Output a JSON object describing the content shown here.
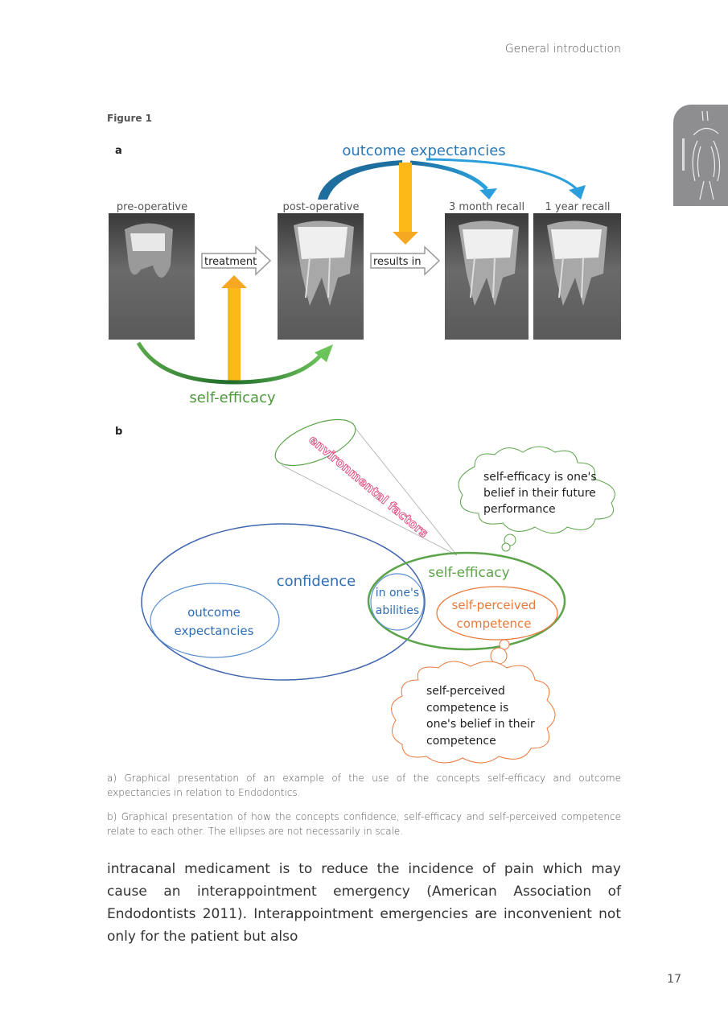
{
  "header": {
    "running_head": "General introduction",
    "page_number": "17"
  },
  "figure": {
    "label": "Figure 1",
    "panel_a": {
      "letter": "a",
      "stages": [
        "pre-operative",
        "post-operative",
        "3 month recall",
        "1 year recall"
      ],
      "arrow_treatment": "treatment",
      "arrow_results": "results in",
      "outcome_label": "outcome expectancies",
      "self_efficacy_label": "self-efficacy"
    },
    "panel_b": {
      "letter": "b",
      "environmental": "environmental factors",
      "confidence": "confidence",
      "outcome_line1": "outcome",
      "outcome_line2": "expectancies",
      "abilities_line1": "in one's",
      "abilities_line2": "abilities",
      "self_efficacy": "self-efficacy",
      "spc_line1": "self-perceived",
      "spc_line2": "competence",
      "cloud1": [
        "self-efficacy is one's",
        "belief in their future",
        "performance"
      ],
      "cloud2": [
        "self-perceived",
        "competence is",
        "one's belief in their",
        "competence"
      ]
    },
    "caption_a": "a) Graphical presentation of an example of the use of the concepts self-efficacy and outcome expectancies in relation to Endodontics.",
    "caption_b": "b) Graphical presentation of how the concepts confidence, self-efficacy and self-perceived competence relate to each other. The ellipses are not necessarily in scale."
  },
  "body_text": "intracanal medicament is to reduce the incidence of pain which may cause an interappointment emergency (American Association of Endodontists 2011). Interappointment emergencies are inconvenient not only for the patient but also",
  "colors": {
    "blue": "#2f6db5",
    "green": "#5ca44a",
    "orange": "#e8793a",
    "yellow": "#fbb817",
    "pink": "#e0457b"
  }
}
